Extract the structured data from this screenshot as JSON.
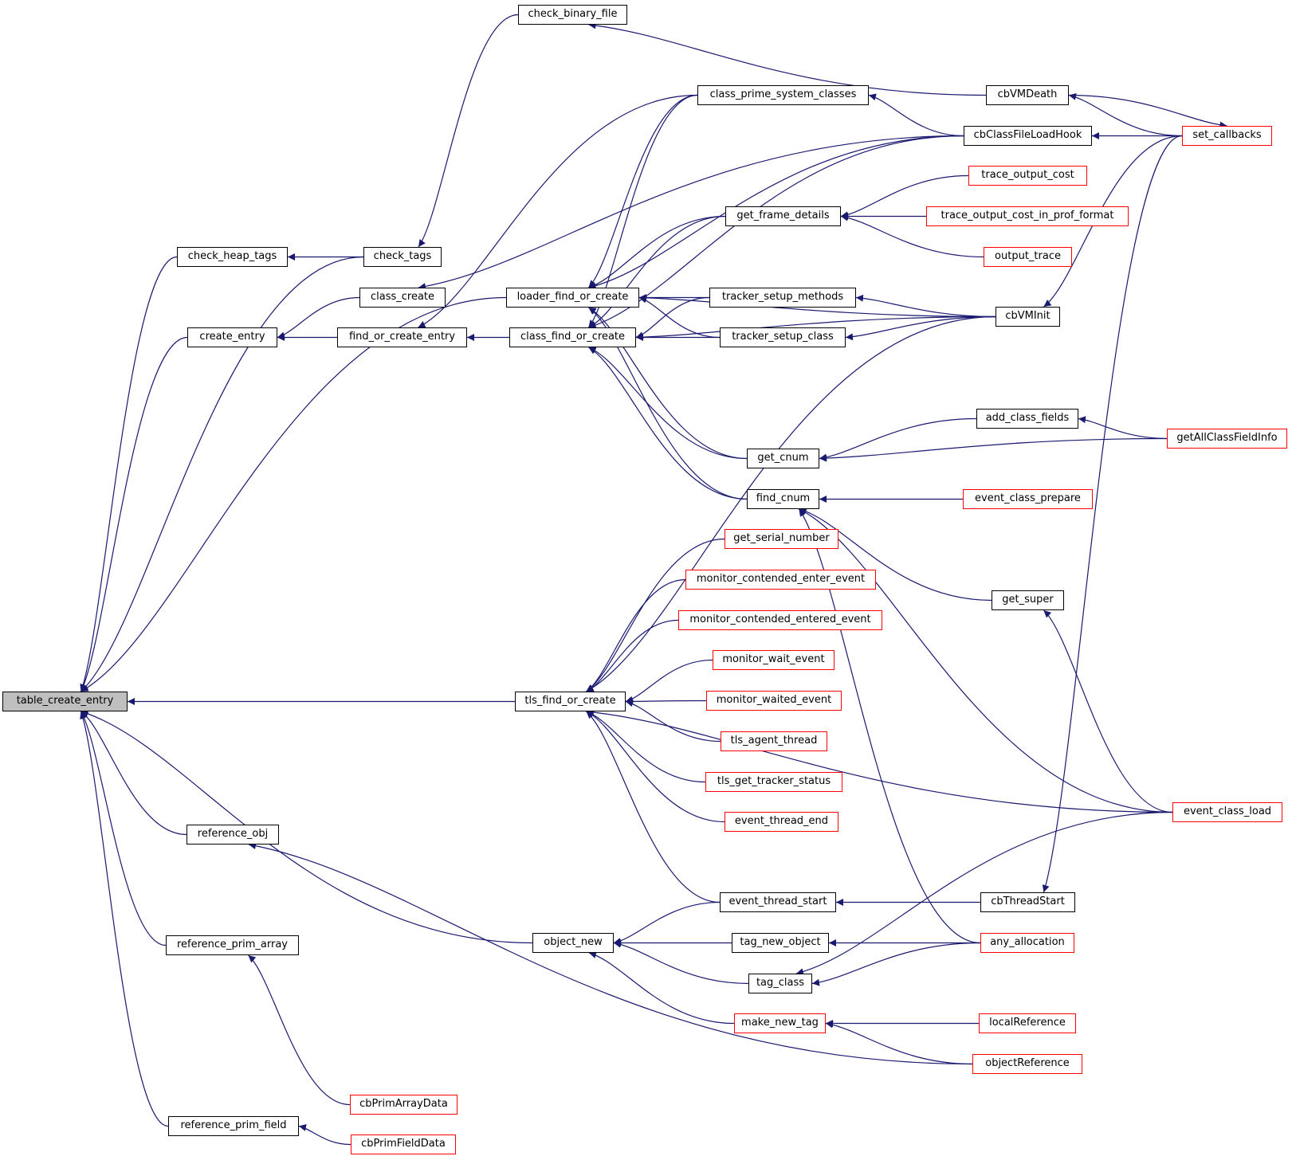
{
  "graph": {
    "title": "table_create_entry caller graph",
    "root": "table_create_entry",
    "colors": {
      "edge": "#191970",
      "node_border": "#000000",
      "truncated_border": "#ff0000",
      "root_fill": "#bfbfbf"
    },
    "nodes": [
      {
        "id": "table_create_entry",
        "label": "table_create_entry",
        "style": "root"
      },
      {
        "id": "check_heap_tags",
        "label": "check_heap_tags",
        "style": "normal"
      },
      {
        "id": "check_tags",
        "label": "check_tags",
        "style": "normal"
      },
      {
        "id": "class_create",
        "label": "class_create",
        "style": "normal"
      },
      {
        "id": "create_entry",
        "label": "create_entry",
        "style": "normal"
      },
      {
        "id": "find_or_create_entry",
        "label": "find_or_create_entry",
        "style": "normal"
      },
      {
        "id": "check_binary_file",
        "label": "check_binary_file",
        "style": "normal"
      },
      {
        "id": "loader_find_or_create",
        "label": "loader_find_or_create",
        "style": "normal"
      },
      {
        "id": "class_find_or_create",
        "label": "class_find_or_create",
        "style": "normal"
      },
      {
        "id": "tls_find_or_create",
        "label": "tls_find_or_create",
        "style": "normal"
      },
      {
        "id": "object_new",
        "label": "object_new",
        "style": "normal"
      },
      {
        "id": "reference_obj",
        "label": "reference_obj",
        "style": "normal"
      },
      {
        "id": "reference_prim_array",
        "label": "reference_prim_array",
        "style": "normal"
      },
      {
        "id": "reference_prim_field",
        "label": "reference_prim_field",
        "style": "normal"
      },
      {
        "id": "class_prime_system_classes",
        "label": "class_prime_system_classes",
        "style": "normal"
      },
      {
        "id": "get_frame_details",
        "label": "get_frame_details",
        "style": "normal"
      },
      {
        "id": "tracker_setup_methods",
        "label": "tracker_setup_methods",
        "style": "normal"
      },
      {
        "id": "tracker_setup_class",
        "label": "tracker_setup_class",
        "style": "normal"
      },
      {
        "id": "get_cnum",
        "label": "get_cnum",
        "style": "normal"
      },
      {
        "id": "find_cnum",
        "label": "find_cnum",
        "style": "normal"
      },
      {
        "id": "get_serial_number",
        "label": "get_serial_number",
        "style": "truncated"
      },
      {
        "id": "monitor_contended_enter_event",
        "label": "monitor_contended_enter_event",
        "style": "truncated"
      },
      {
        "id": "monitor_contended_entered_event",
        "label": "monitor_contended_entered_event",
        "style": "truncated"
      },
      {
        "id": "monitor_wait_event",
        "label": "monitor_wait_event",
        "style": "truncated"
      },
      {
        "id": "monitor_waited_event",
        "label": "monitor_waited_event",
        "style": "truncated"
      },
      {
        "id": "tls_agent_thread",
        "label": "tls_agent_thread",
        "style": "truncated"
      },
      {
        "id": "tls_get_tracker_status",
        "label": "tls_get_tracker_status",
        "style": "truncated"
      },
      {
        "id": "event_thread_end",
        "label": "event_thread_end",
        "style": "truncated"
      },
      {
        "id": "event_thread_start",
        "label": "event_thread_start",
        "style": "normal"
      },
      {
        "id": "tag_new_object",
        "label": "tag_new_object",
        "style": "normal"
      },
      {
        "id": "tag_class",
        "label": "tag_class",
        "style": "normal"
      },
      {
        "id": "make_new_tag",
        "label": "make_new_tag",
        "style": "truncated"
      },
      {
        "id": "cbPrimArrayData",
        "label": "cbPrimArrayData",
        "style": "truncated"
      },
      {
        "id": "cbPrimFieldData",
        "label": "cbPrimFieldData",
        "style": "truncated"
      },
      {
        "id": "cbVMDeath",
        "label": "cbVMDeath",
        "style": "normal"
      },
      {
        "id": "cbClassFileLoadHook",
        "label": "cbClassFileLoadHook",
        "style": "normal"
      },
      {
        "id": "set_callbacks",
        "label": "set_callbacks",
        "style": "truncated"
      },
      {
        "id": "trace_output_cost",
        "label": "trace_output_cost",
        "style": "truncated"
      },
      {
        "id": "trace_output_cost_in_prof_format",
        "label": "trace_output_cost_in_prof_format",
        "style": "truncated"
      },
      {
        "id": "output_trace",
        "label": "output_trace",
        "style": "truncated"
      },
      {
        "id": "cbVMInit",
        "label": "cbVMInit",
        "style": "normal"
      },
      {
        "id": "add_class_fields",
        "label": "add_class_fields",
        "style": "normal"
      },
      {
        "id": "getAllClassFieldInfo",
        "label": "getAllClassFieldInfo",
        "style": "truncated"
      },
      {
        "id": "event_class_prepare",
        "label": "event_class_prepare",
        "style": "truncated"
      },
      {
        "id": "get_super",
        "label": "get_super",
        "style": "normal"
      },
      {
        "id": "event_class_load",
        "label": "event_class_load",
        "style": "truncated"
      },
      {
        "id": "cbThreadStart",
        "label": "cbThreadStart",
        "style": "normal"
      },
      {
        "id": "any_allocation",
        "label": "any_allocation",
        "style": "truncated"
      },
      {
        "id": "localReference",
        "label": "localReference",
        "style": "truncated"
      },
      {
        "id": "objectReference",
        "label": "objectReference",
        "style": "truncated"
      }
    ],
    "edges": [
      [
        "table_create_entry",
        "check_heap_tags"
      ],
      [
        "table_create_entry",
        "check_tags"
      ],
      [
        "table_create_entry",
        "create_entry"
      ],
      [
        "table_create_entry",
        "loader_find_or_create"
      ],
      [
        "table_create_entry",
        "tls_find_or_create"
      ],
      [
        "table_create_entry",
        "reference_obj"
      ],
      [
        "table_create_entry",
        "reference_prim_array"
      ],
      [
        "table_create_entry",
        "reference_prim_field"
      ],
      [
        "table_create_entry",
        "object_new"
      ],
      [
        "check_heap_tags",
        "check_tags"
      ],
      [
        "check_tags",
        "check_binary_file"
      ],
      [
        "check_binary_file",
        "cbVMDeath"
      ],
      [
        "create_entry",
        "class_create"
      ],
      [
        "create_entry",
        "find_or_create_entry"
      ],
      [
        "class_create",
        "cbClassFileLoadHook"
      ],
      [
        "find_or_create_entry",
        "class_find_or_create"
      ],
      [
        "find_or_create_entry",
        "class_prime_system_classes"
      ],
      [
        "loader_find_or_create",
        "class_prime_system_classes"
      ],
      [
        "loader_find_or_create",
        "cbClassFileLoadHook"
      ],
      [
        "loader_find_or_create",
        "get_frame_details"
      ],
      [
        "loader_find_or_create",
        "cbVMInit"
      ],
      [
        "loader_find_or_create",
        "tracker_setup_methods"
      ],
      [
        "loader_find_or_create",
        "tracker_setup_class"
      ],
      [
        "loader_find_or_create",
        "get_cnum"
      ],
      [
        "loader_find_or_create",
        "find_cnum"
      ],
      [
        "class_find_or_create",
        "class_prime_system_classes"
      ],
      [
        "class_find_or_create",
        "cbClassFileLoadHook"
      ],
      [
        "class_find_or_create",
        "get_frame_details"
      ],
      [
        "class_find_or_create",
        "tracker_setup_methods"
      ],
      [
        "class_find_or_create",
        "tracker_setup_class"
      ],
      [
        "class_find_or_create",
        "cbVMInit"
      ],
      [
        "class_find_or_create",
        "get_cnum"
      ],
      [
        "class_find_or_create",
        "find_cnum"
      ],
      [
        "class_prime_system_classes",
        "cbClassFileLoadHook"
      ],
      [
        "cbVMDeath",
        "set_callbacks"
      ],
      [
        "set_callbacks",
        "cbVMDeath"
      ],
      [
        "cbClassFileLoadHook",
        "set_callbacks"
      ],
      [
        "get_frame_details",
        "trace_output_cost"
      ],
      [
        "get_frame_details",
        "trace_output_cost_in_prof_format"
      ],
      [
        "get_frame_details",
        "output_trace"
      ],
      [
        "tracker_setup_methods",
        "cbVMInit"
      ],
      [
        "tracker_setup_class",
        "cbVMInit"
      ],
      [
        "cbVMInit",
        "set_callbacks"
      ],
      [
        "get_cnum",
        "add_class_fields"
      ],
      [
        "get_cnum",
        "getAllClassFieldInfo"
      ],
      [
        "add_class_fields",
        "getAllClassFieldInfo"
      ],
      [
        "find_cnum",
        "event_class_prepare"
      ],
      [
        "find_cnum",
        "get_super"
      ],
      [
        "find_cnum",
        "event_class_load"
      ],
      [
        "find_cnum",
        "any_allocation"
      ],
      [
        "get_super",
        "event_class_load"
      ],
      [
        "tls_find_or_create",
        "cbVMInit"
      ],
      [
        "tls_find_or_create",
        "get_serial_number"
      ],
      [
        "tls_find_or_create",
        "monitor_contended_enter_event"
      ],
      [
        "tls_find_or_create",
        "monitor_contended_entered_event"
      ],
      [
        "tls_find_or_create",
        "monitor_wait_event"
      ],
      [
        "tls_find_or_create",
        "monitor_waited_event"
      ],
      [
        "tls_find_or_create",
        "tls_agent_thread"
      ],
      [
        "tls_find_or_create",
        "tls_get_tracker_status"
      ],
      [
        "tls_find_or_create",
        "event_thread_end"
      ],
      [
        "tls_find_or_create",
        "event_class_load"
      ],
      [
        "tls_find_or_create",
        "event_thread_start"
      ],
      [
        "event_thread_start",
        "cbThreadStart"
      ],
      [
        "cbThreadStart",
        "set_callbacks"
      ],
      [
        "object_new",
        "event_thread_start"
      ],
      [
        "object_new",
        "tag_new_object"
      ],
      [
        "object_new",
        "tag_class"
      ],
      [
        "object_new",
        "make_new_tag"
      ],
      [
        "tag_new_object",
        "any_allocation"
      ],
      [
        "tag_class",
        "any_allocation"
      ],
      [
        "tag_class",
        "event_class_load"
      ],
      [
        "make_new_tag",
        "localReference"
      ],
      [
        "make_new_tag",
        "objectReference"
      ],
      [
        "reference_obj",
        "objectReference"
      ],
      [
        "reference_prim_array",
        "cbPrimArrayData"
      ],
      [
        "reference_prim_field",
        "cbPrimFieldData"
      ]
    ]
  }
}
